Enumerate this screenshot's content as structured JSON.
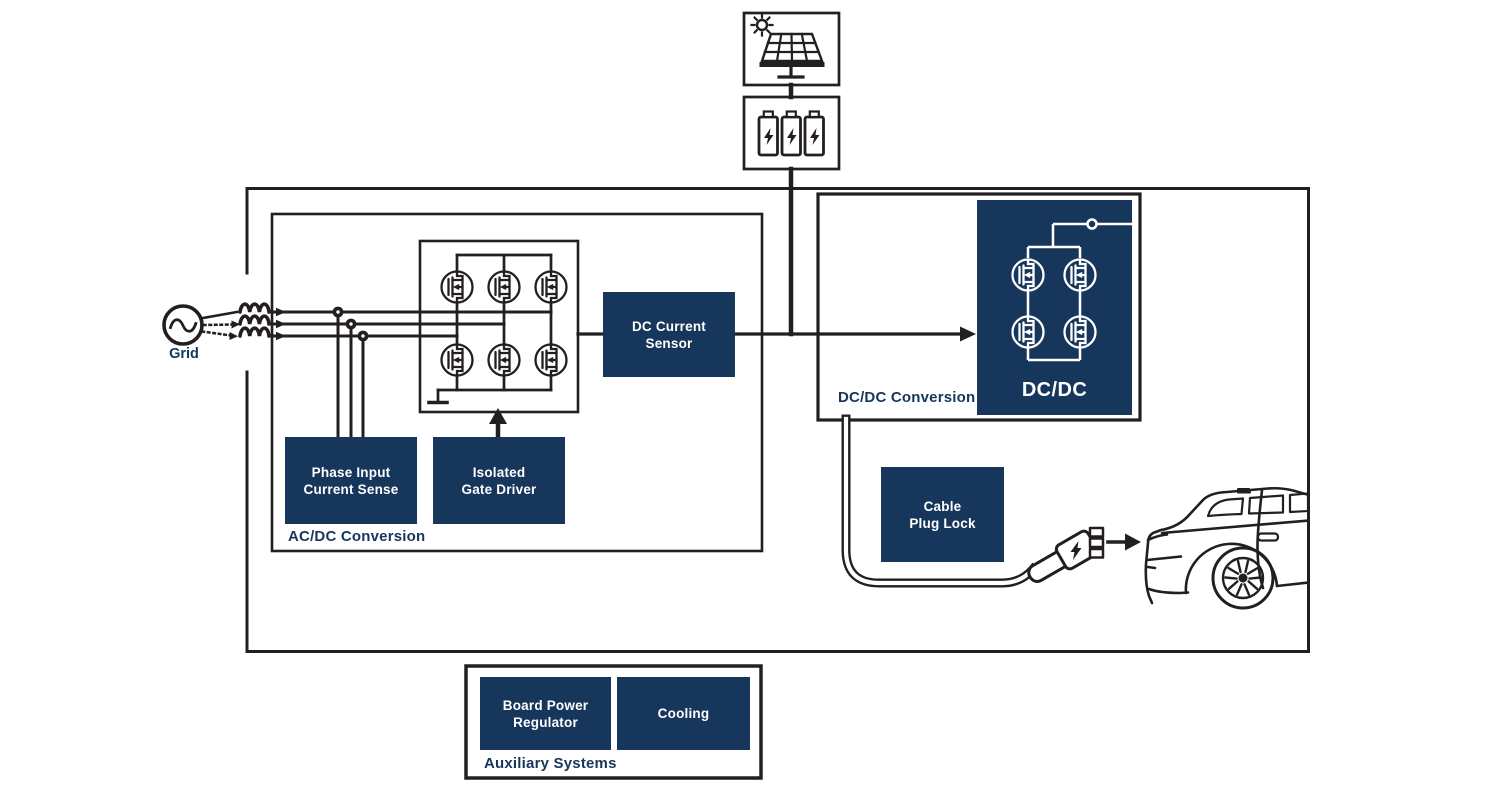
{
  "colors": {
    "navy": "#17365C",
    "line": "#231F20",
    "background": "#FFFFFF",
    "box_text": "#FFFFFF"
  },
  "grid": {
    "label": "Grid"
  },
  "top_icons": {
    "solar": "solar-panel-icon",
    "battery": "battery-bank-icon"
  },
  "acdc_section": {
    "label": "AC/DC Conversion",
    "phase_input_box": "Phase Input\nCurrent Sense",
    "gate_driver_box": "Isolated\nGate Driver"
  },
  "dc_sensor_box": "DC Current\nSensor",
  "dcdc_section": {
    "label": "DC/DC Conversion",
    "converter_box": "DC/DC"
  },
  "cable_box": "Cable\nPlug Lock",
  "aux_section": {
    "label": "Auxiliary Systems",
    "regulator_box": "Board Power\nRegulator",
    "cooling_box": "Cooling"
  }
}
